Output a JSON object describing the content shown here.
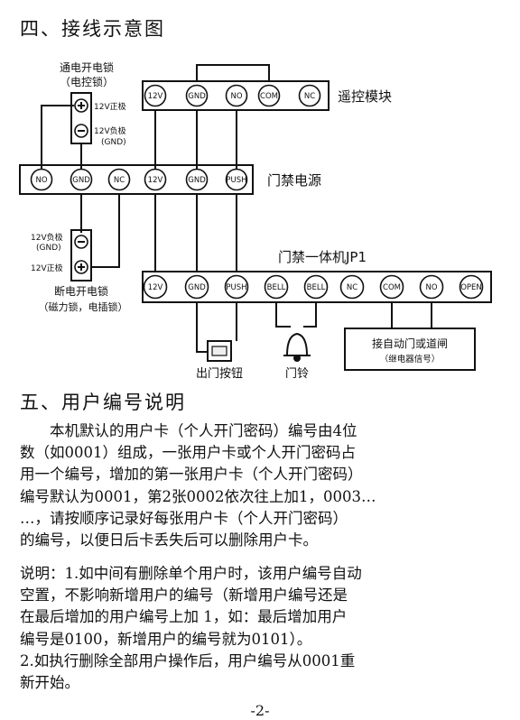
{
  "section4": {
    "title": "四、接线示意图"
  },
  "diagram": {
    "remote_module": {
      "label": "遥控模块",
      "terminals": [
        "12V",
        "GND",
        "NO",
        "COM",
        "NC"
      ]
    },
    "power_supply": {
      "label": "门禁电源",
      "terminals": [
        "NO",
        "GND",
        "NC",
        "12V",
        "GND",
        "PUSH"
      ]
    },
    "controller": {
      "label": "门禁一体机JP1",
      "terminals": [
        "12V",
        "GND",
        "PUSH",
        "BELL",
        "BELL",
        "NC",
        "COM",
        "NO",
        "OPEN"
      ]
    },
    "power_on_lock": {
      "title": "通电开电锁",
      "subtitle": "（电控锁）",
      "pos_label": "12V正极",
      "neg_label_1": "12V负极",
      "neg_label_2": "(GND)"
    },
    "power_off_lock": {
      "title": "断电开电锁",
      "subtitle": "（磁力锁，电插锁）",
      "neg_label_1": "12V负极",
      "neg_label_2": "(GND)",
      "pos_label": "12V正极"
    },
    "exit_button": {
      "label": "出门按钮"
    },
    "door_bell": {
      "label": "门铃"
    },
    "auto_door": {
      "label": "接自动门或道闸",
      "sublabel": "（继电器信号）"
    }
  },
  "section5": {
    "title": "五、用户编号说明",
    "paragraph_lines": [
      "本机默认的用户卡（个人开门密码）编号由4位",
      "数（如0001）组成，一张用户卡或个人开门密码占",
      "用一个编号，增加的第一张用户卡（个人开门密码）",
      "编号默认为0001，第2张0002依次往上加1，0003…",
      "…，请按顺序记录好每张用户卡（个人开门密码）",
      "的编号，以便日后卡丢失后可以删除用户卡。"
    ],
    "note_lines": [
      "说明：1.如中间有删除单个用户时，该用户编号自动",
      "空置，不影响新增用户的编号（新增用户编号还是",
      "在最后增加的用户编号上加 1，如：最后增加用户",
      "编号是0100，新增用户的编号就为0101）。",
      "2.如执行删除全部用户操作后，用户编号从0001重",
      "新开始。"
    ]
  },
  "footer": {
    "page_number": "-2-"
  }
}
